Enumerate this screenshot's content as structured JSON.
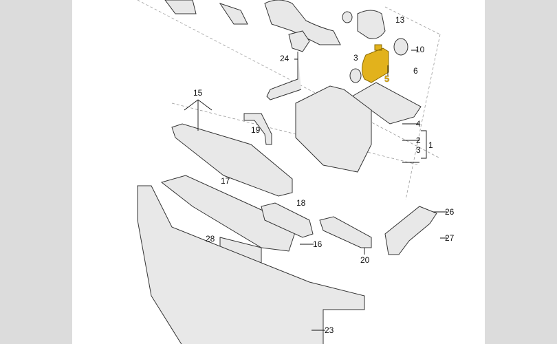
{
  "diagram": {
    "highlight_color": "#e2b21c",
    "highlighted_part": "5",
    "labels": {
      "p13": "13",
      "p10": "10",
      "p3a": "3",
      "p24": "24",
      "p6": "6",
      "p5": "5",
      "p15": "15",
      "p4": "4",
      "p19": "19",
      "p2": "2",
      "p1": "1",
      "p3b": "3",
      "p17": "17",
      "p18": "18",
      "p26": "26",
      "p28": "28",
      "p27": "27",
      "p16": "16",
      "p20": "20",
      "p23": "23"
    }
  }
}
